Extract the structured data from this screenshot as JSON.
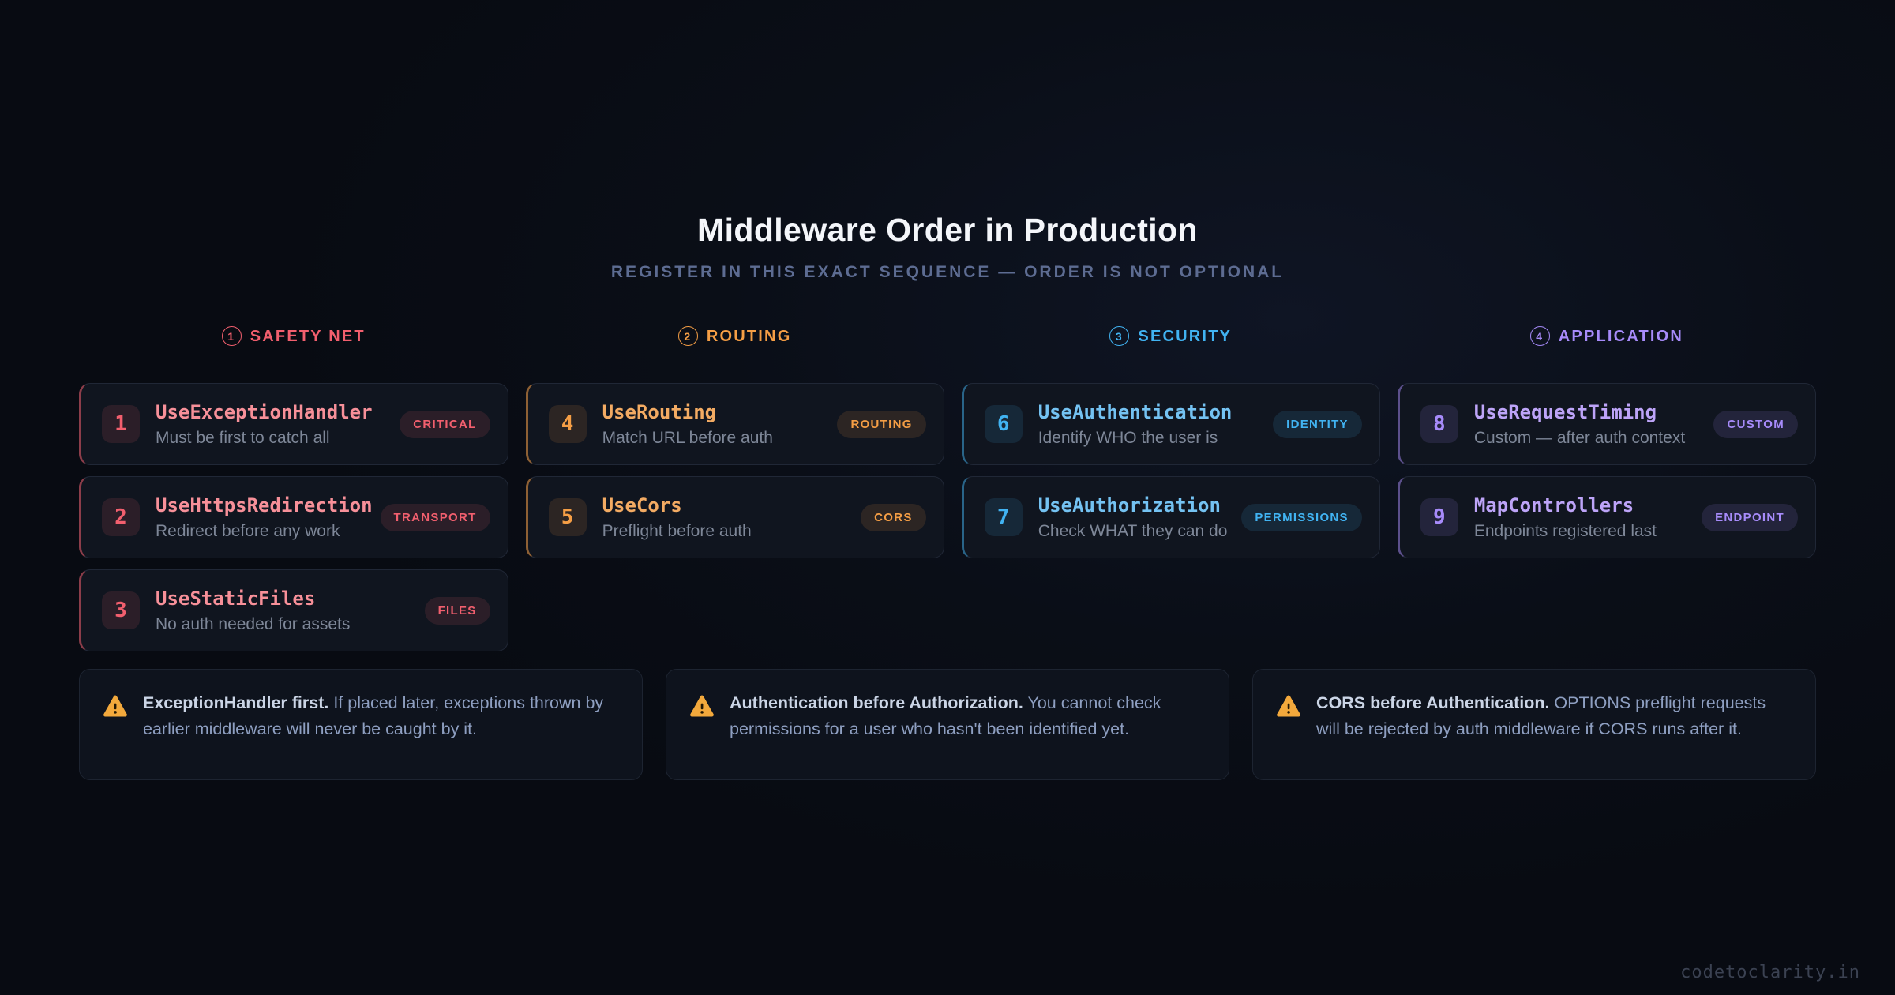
{
  "header": {
    "title": "Middleware Order in Production",
    "subtitle": "REGISTER IN THIS EXACT SEQUENCE — ORDER IS NOT OPTIONAL"
  },
  "columns": [
    {
      "number": "1",
      "label": "SAFETY NET",
      "accent": "#f25f6e",
      "cards": [
        {
          "num": "1",
          "title": "UseExceptionHandler",
          "desc": "Must be first to catch all",
          "badge": "CRITICAL"
        },
        {
          "num": "2",
          "title": "UseHttpsRedirection",
          "desc": "Redirect before any work",
          "badge": "TRANSPORT"
        },
        {
          "num": "3",
          "title": "UseStaticFiles",
          "desc": "No auth needed for assets",
          "badge": "FILES"
        }
      ]
    },
    {
      "number": "2",
      "label": "ROUTING",
      "accent": "#f59e45",
      "cards": [
        {
          "num": "4",
          "title": "UseRouting",
          "desc": "Match URL before auth",
          "badge": "ROUTING"
        },
        {
          "num": "5",
          "title": "UseCors",
          "desc": "Preflight before auth",
          "badge": "CORS"
        }
      ]
    },
    {
      "number": "3",
      "label": "SECURITY",
      "accent": "#41b3f2",
      "cards": [
        {
          "num": "6",
          "title": "UseAuthentication",
          "desc": "Identify WHO the user is",
          "badge": "IDENTITY"
        },
        {
          "num": "7",
          "title": "UseAuthorization",
          "desc": "Check WHAT they can do",
          "badge": "PERMISSIONS"
        }
      ]
    },
    {
      "number": "4",
      "label": "APPLICATION",
      "accent": "#a78bfa",
      "cards": [
        {
          "num": "8",
          "title": "UseRequestTiming",
          "desc": "Custom — after auth context",
          "badge": "CUSTOM"
        },
        {
          "num": "9",
          "title": "MapControllers",
          "desc": "Endpoints registered last",
          "badge": "ENDPOINT"
        }
      ]
    }
  ],
  "notes": [
    {
      "lead": "ExceptionHandler first.",
      "body": "If placed later, exceptions thrown by earlier middleware will never be caught by it."
    },
    {
      "lead": "Authentication before Authorization.",
      "body": "You cannot check permissions for a user who hasn't been identified yet."
    },
    {
      "lead": "CORS before Authentication.",
      "body": "OPTIONS preflight requests will be rejected by auth middleware if CORS runs after it."
    }
  ],
  "warning_icon_color": "#f3a93c",
  "watermark": "codetoclarity.in"
}
